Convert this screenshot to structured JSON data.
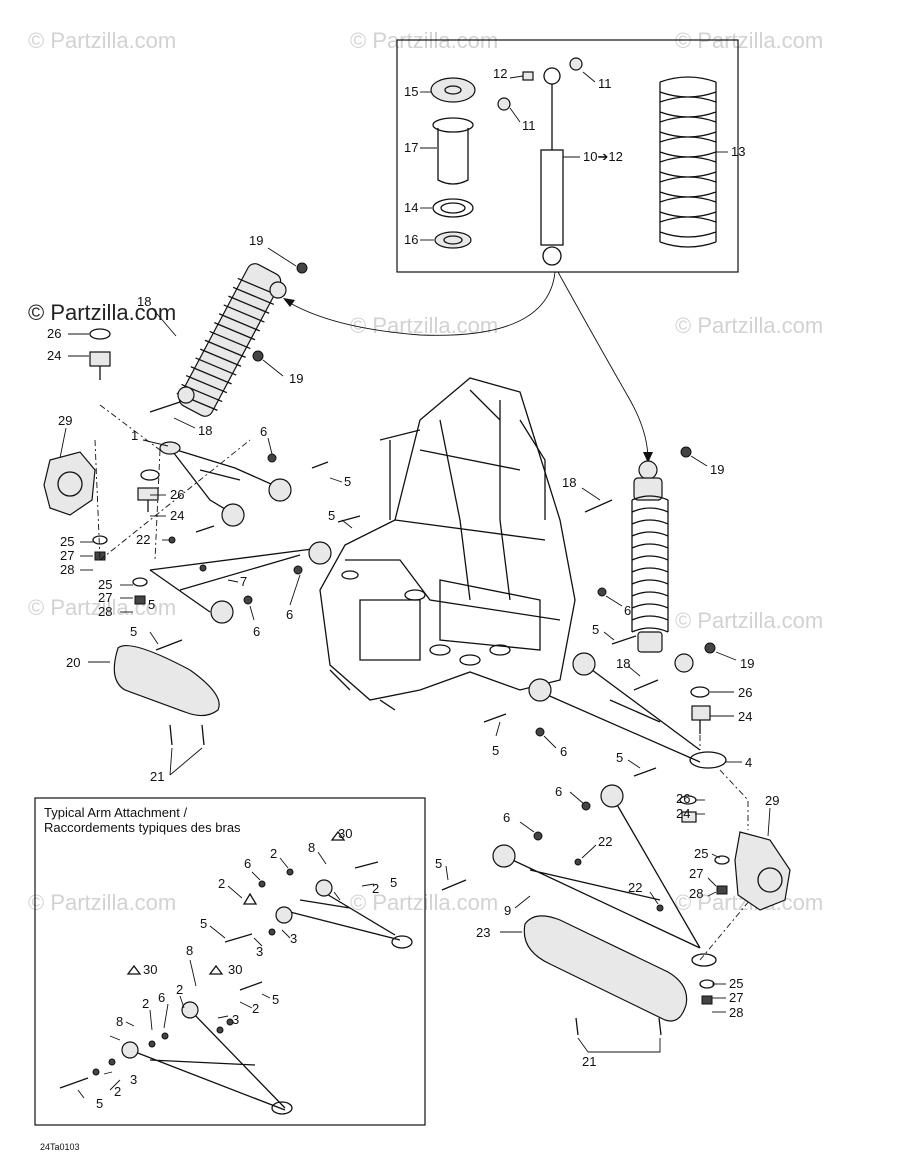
{
  "watermark": "© Partzilla.com",
  "inset": {
    "title_line1": "Typical Arm Attachment /",
    "title_line2": "Raccordements typiques des bras"
  },
  "drawing_code": "24Ta0103",
  "callouts": {
    "upper_box": [
      "15",
      "17",
      "14",
      "16",
      "12",
      "11",
      "11",
      "10➔12",
      "13"
    ],
    "left_shock": [
      "19",
      "18",
      "26",
      "24",
      "19",
      "18"
    ],
    "left_suspension": [
      "29",
      "1",
      "6",
      "26",
      "24",
      "5",
      "5",
      "22",
      "25",
      "27",
      "28",
      "25",
      "27",
      "28",
      "7",
      "5",
      "6",
      "6",
      "5",
      "20",
      "21"
    ],
    "right_shock": [
      "19",
      "18",
      "19"
    ],
    "right_suspension": [
      "6",
      "5",
      "18",
      "26",
      "24",
      "5",
      "6",
      "4",
      "5",
      "6",
      "26",
      "24",
      "29",
      "6",
      "22",
      "25",
      "5",
      "27",
      "28",
      "22",
      "9",
      "23",
      "25",
      "27",
      "28",
      "21"
    ],
    "inset": [
      "8",
      "30",
      "6",
      "2",
      "2",
      "5",
      "2",
      "3",
      "5",
      "3",
      "8",
      "30",
      "30",
      "2",
      "5",
      "8",
      "2",
      "6",
      "3",
      "2",
      "3",
      "2",
      "5"
    ]
  }
}
